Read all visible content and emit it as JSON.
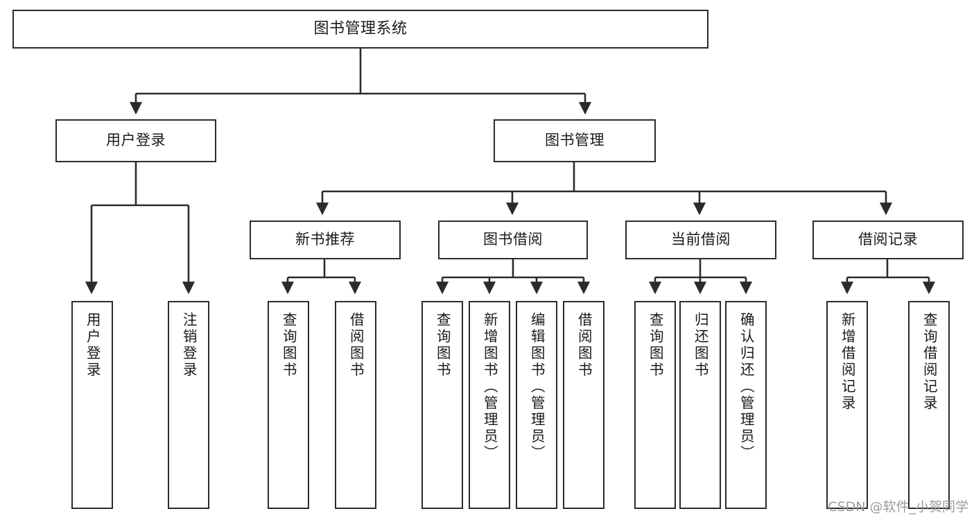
{
  "diagram": {
    "title": "图书管理系统",
    "type": "tree",
    "root": {
      "label": "图书管理系统"
    },
    "level2": [
      {
        "label": "用户登录"
      },
      {
        "label": "图书管理"
      }
    ],
    "level3": [
      {
        "label": "新书推荐"
      },
      {
        "label": "图书借阅"
      },
      {
        "label": "当前借阅"
      },
      {
        "label": "借阅记录"
      }
    ],
    "leaves": {
      "user_login": [
        {
          "label": "用户登录"
        },
        {
          "label": "注销登录"
        }
      ],
      "new_book": [
        {
          "label": "查询图书"
        },
        {
          "label": "借阅图书"
        }
      ],
      "book_borrow": [
        {
          "label": "查询图书"
        },
        {
          "label": "新增图书（管理员）"
        },
        {
          "label": "编辑图书（管理员）"
        },
        {
          "label": "借阅图书"
        }
      ],
      "current_borrow": [
        {
          "label": "查询图书"
        },
        {
          "label": "归还图书"
        },
        {
          "label": "确认归还（管理员）"
        }
      ],
      "borrow_record": [
        {
          "label": "新增借阅记录"
        },
        {
          "label": "查询借阅记录"
        }
      ]
    }
  },
  "watermark": {
    "text": "CSDN @软件_小贺同学"
  },
  "colors": {
    "stroke": "#2b2b2b",
    "fill": "#ffffff",
    "text": "#1a1a1a",
    "watermark": "#9a9a9a"
  }
}
